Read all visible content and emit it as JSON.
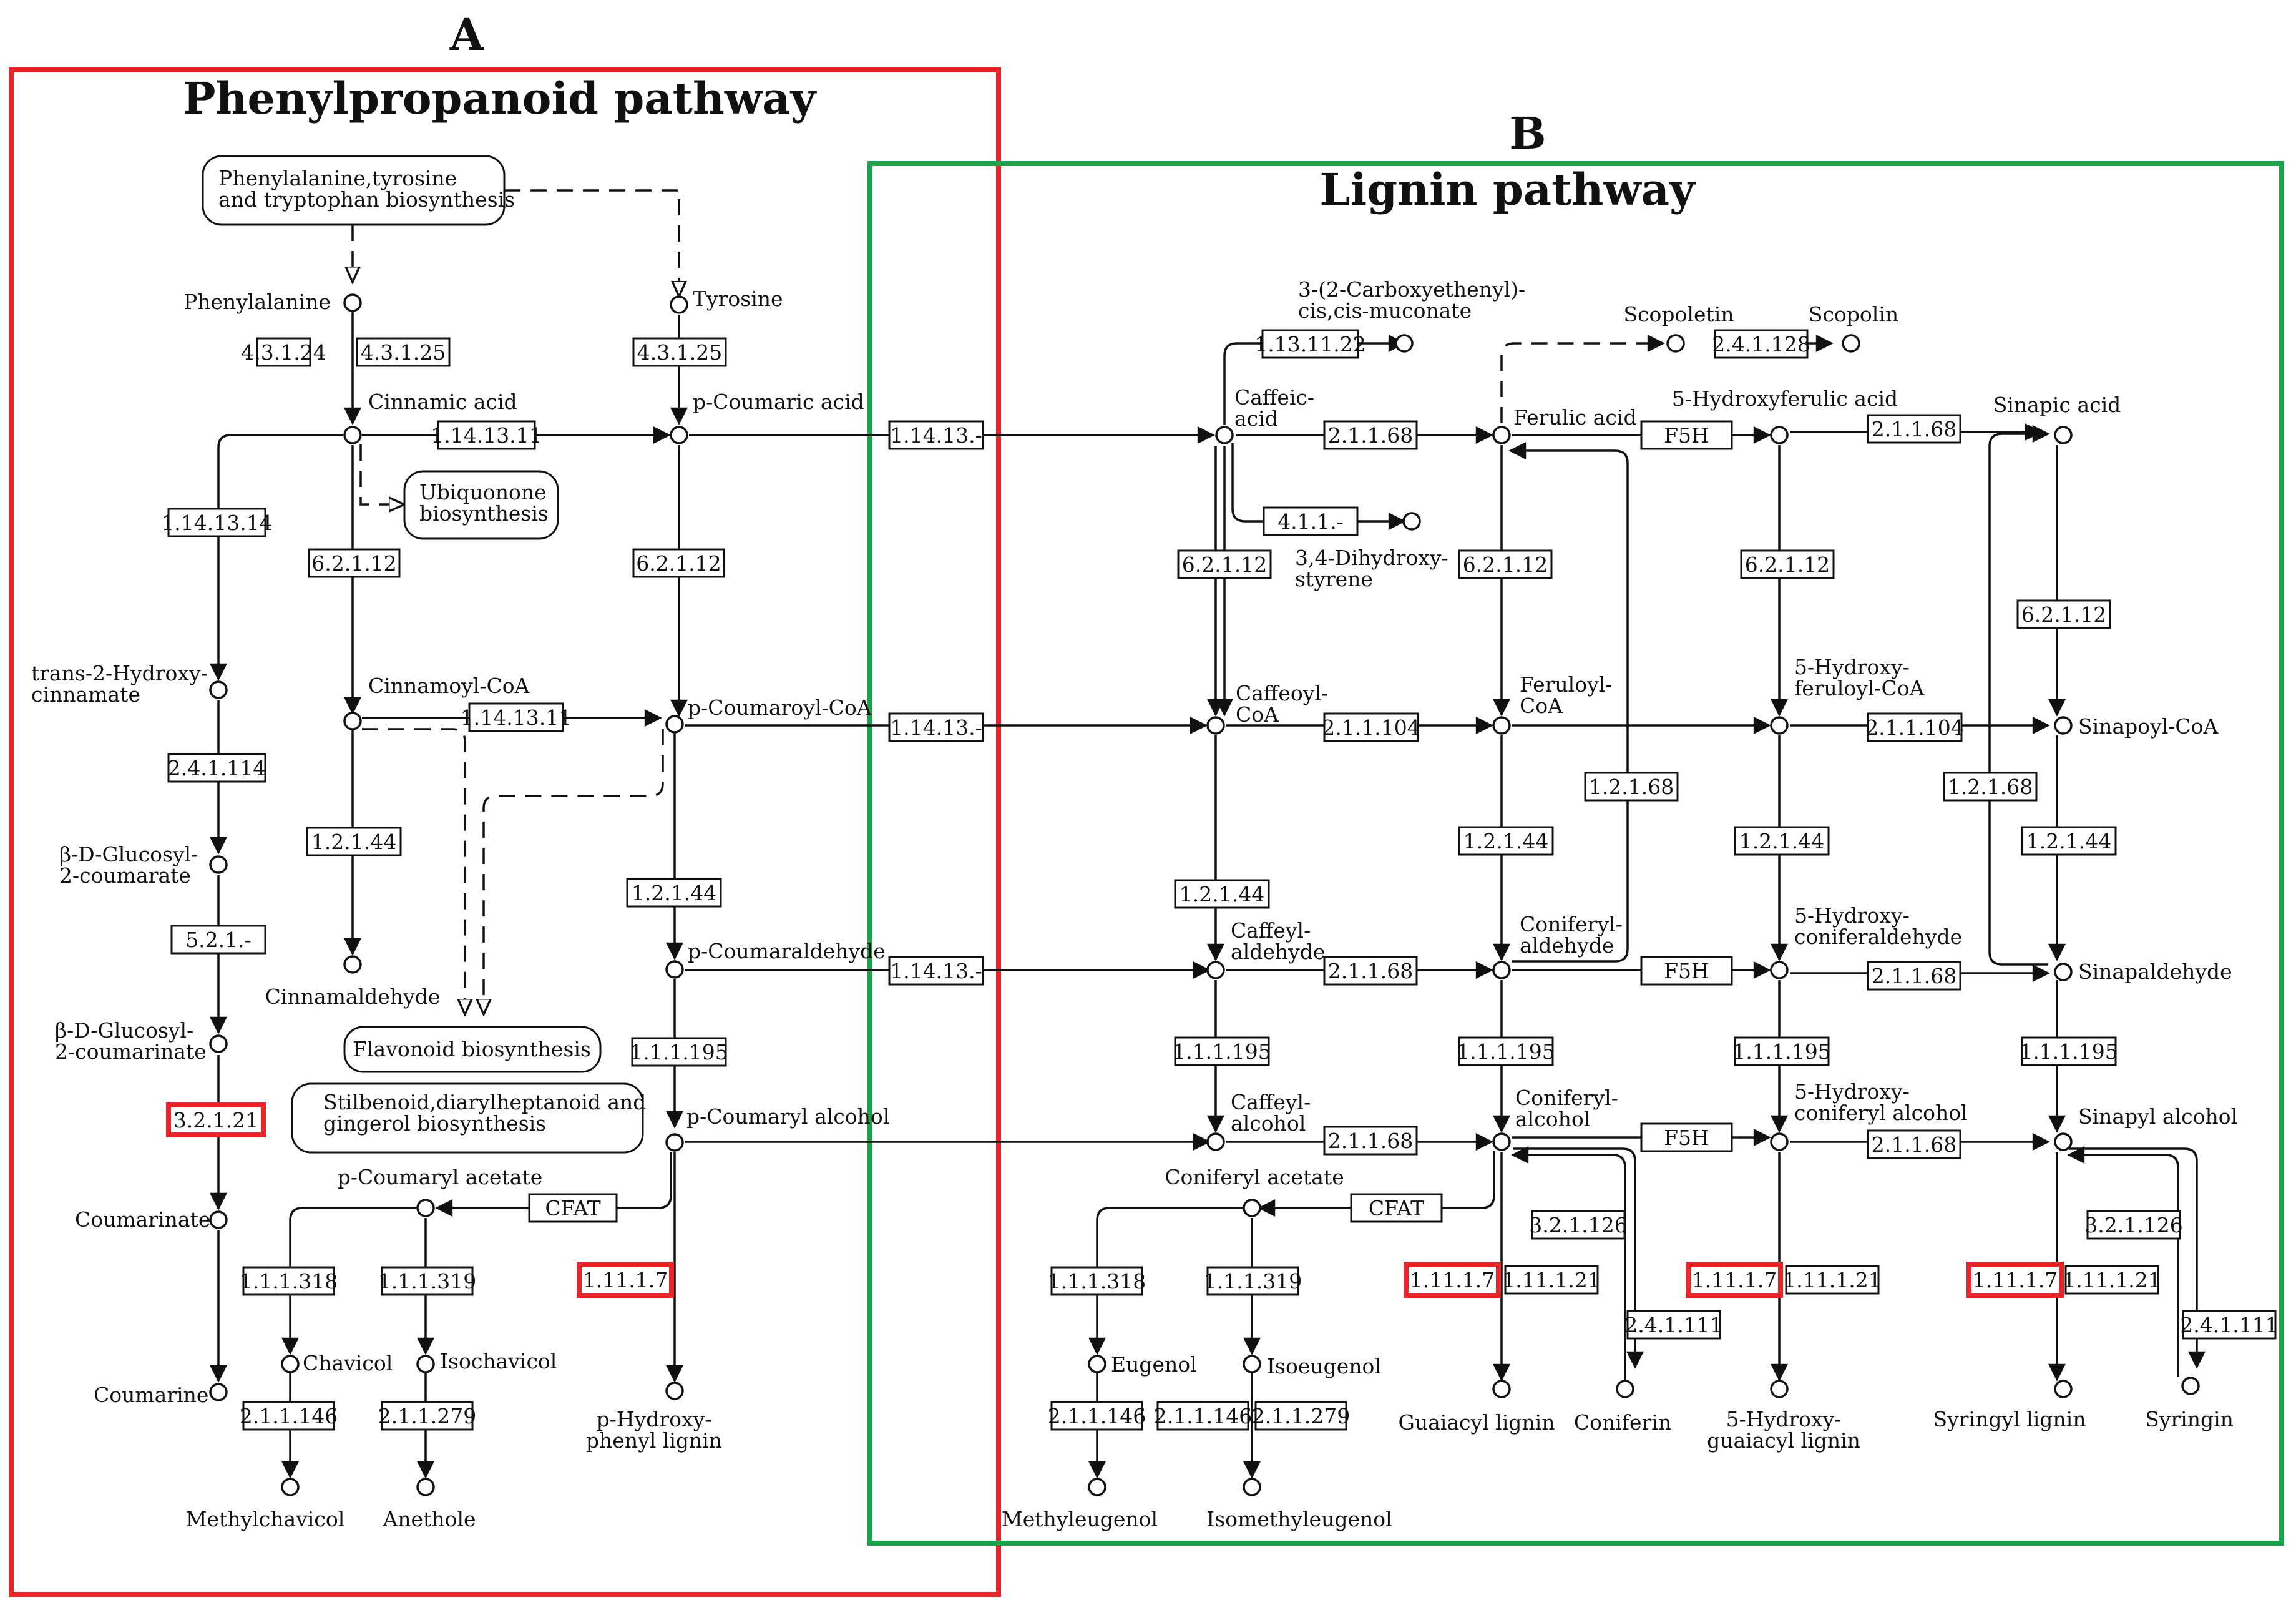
{
  "panels": [
    {
      "letter": "A",
      "title": "Phenylpropanoid pathway",
      "color": "#e8262a"
    },
    {
      "letter": "B",
      "title": "Lignin pathway",
      "color": "#1aa34a"
    }
  ],
  "maps": [
    {
      "id": "m1",
      "lines": [
        "Phenylalanine,tyrosine",
        "and tryptophan biosynthesis"
      ]
    },
    {
      "id": "m2",
      "lines": [
        "Ubiquonone",
        "biosynthesis"
      ]
    },
    {
      "id": "m3",
      "lines": [
        "Flavonoid biosynthesis"
      ]
    },
    {
      "id": "m4",
      "lines": [
        "Stilbenoid,diarylheptanoid and",
        "gingerol biosynthesis"
      ]
    }
  ],
  "compounds": [
    {
      "id": "c1",
      "lines": [
        "Phenylalanine"
      ]
    },
    {
      "id": "c2",
      "lines": [
        "Tyrosine"
      ]
    },
    {
      "id": "c3",
      "lines": [
        "Cinnamic acid"
      ]
    },
    {
      "id": "c4",
      "lines": [
        "p-Coumaric acid"
      ]
    },
    {
      "id": "c5",
      "lines": [
        "trans-2-Hydroxy-",
        "cinnamate"
      ]
    },
    {
      "id": "c6",
      "lines": [
        "Cinnamoyl-CoA"
      ]
    },
    {
      "id": "c7",
      "lines": [
        "p-Coumaroyl-CoA"
      ]
    },
    {
      "id": "c8",
      "lines": [
        "β-D-Glucosyl-",
        "2-coumarate"
      ]
    },
    {
      "id": "c9",
      "lines": [
        "Cinnamaldehyde"
      ]
    },
    {
      "id": "c10",
      "lines": [
        "p-Coumaraldehyde"
      ]
    },
    {
      "id": "c11",
      "lines": [
        "β-D-Glucosyl-",
        "2-coumarinate"
      ]
    },
    {
      "id": "c12",
      "lines": [
        "p-Coumaryl alcohol"
      ]
    },
    {
      "id": "c13",
      "lines": [
        "p-Coumaryl acetate"
      ]
    },
    {
      "id": "c14",
      "lines": [
        "Coumarinate"
      ]
    },
    {
      "id": "c15",
      "lines": [
        "Chavicol"
      ]
    },
    {
      "id": "c16",
      "lines": [
        "Isochavicol"
      ]
    },
    {
      "id": "c17",
      "lines": [
        "Coumarine"
      ]
    },
    {
      "id": "c18",
      "lines": [
        "p-Hydroxy-",
        "phenyl lignin"
      ]
    },
    {
      "id": "c19",
      "lines": [
        "Methylchavicol"
      ]
    },
    {
      "id": "c20",
      "lines": [
        "Anethole"
      ]
    },
    {
      "id": "c21",
      "lines": [
        "3-(2-Carboxyethenyl)-",
        "cis,cis-muconate"
      ]
    },
    {
      "id": "c22",
      "lines": [
        "Scopoletin"
      ]
    },
    {
      "id": "c23",
      "lines": [
        "Scopolin"
      ]
    },
    {
      "id": "c24",
      "lines": [
        "Caffeic-",
        "acid"
      ]
    },
    {
      "id": "c25",
      "lines": [
        "Ferulic acid"
      ]
    },
    {
      "id": "c26",
      "lines": [
        "5-Hydroxyferulic acid"
      ]
    },
    {
      "id": "c27",
      "lines": [
        "Sinapic acid"
      ]
    },
    {
      "id": "c28",
      "lines": [
        "3,4-Dihydroxy-",
        "styrene"
      ]
    },
    {
      "id": "c29",
      "lines": [
        "Caffeoyl-",
        "CoA"
      ]
    },
    {
      "id": "c30",
      "lines": [
        "Feruloyl-",
        "CoA"
      ]
    },
    {
      "id": "c31",
      "lines": [
        "5-Hydroxy-",
        "feruloyl-CoA"
      ]
    },
    {
      "id": "c32",
      "lines": [
        "Sinapoyl-CoA"
      ]
    },
    {
      "id": "c33",
      "lines": [
        "Caffeyl-",
        "aldehyde"
      ]
    },
    {
      "id": "c34",
      "lines": [
        "Coniferyl-",
        "aldehyde"
      ]
    },
    {
      "id": "c35",
      "lines": [
        "5-Hydroxy-",
        "coniferaldehyde"
      ]
    },
    {
      "id": "c36",
      "lines": [
        "Sinapaldehyde"
      ]
    },
    {
      "id": "c37",
      "lines": [
        "Caffeyl-",
        "alcohol"
      ]
    },
    {
      "id": "c38",
      "lines": [
        "Coniferyl-",
        "alcohol"
      ]
    },
    {
      "id": "c39",
      "lines": [
        "5-Hydroxy-",
        "coniferyl alcohol"
      ]
    },
    {
      "id": "c40",
      "lines": [
        "Sinapyl alcohol"
      ]
    },
    {
      "id": "c41",
      "lines": [
        "Coniferyl acetate"
      ]
    },
    {
      "id": "c42",
      "lines": [
        "Eugenol"
      ]
    },
    {
      "id": "c43",
      "lines": [
        "Isoeugenol"
      ]
    },
    {
      "id": "c44",
      "lines": [
        "Guaiacyl lignin"
      ]
    },
    {
      "id": "c45",
      "lines": [
        "Coniferin"
      ]
    },
    {
      "id": "c46",
      "lines": [
        "5-Hydroxy-",
        "guaiacyl lignin"
      ]
    },
    {
      "id": "c47",
      "lines": [
        "Syringyl lignin"
      ]
    },
    {
      "id": "c48",
      "lines": [
        "Syringin"
      ]
    },
    {
      "id": "c49",
      "lines": [
        "Methyleugenol"
      ]
    },
    {
      "id": "c50",
      "lines": [
        "Isomethyleugenol"
      ]
    }
  ],
  "enzymes": [
    {
      "id": "e1",
      "label": "4.3.1.24",
      "highlight": false
    },
    {
      "id": "e2",
      "label": "4.3.1.25",
      "highlight": false
    },
    {
      "id": "e3",
      "label": "4.3.1.25",
      "highlight": false
    },
    {
      "id": "e4",
      "label": "1.14.13.11",
      "highlight": false
    },
    {
      "id": "e5",
      "label": "1.14.13.14",
      "highlight": false
    },
    {
      "id": "e6",
      "label": "6.2.1.12",
      "highlight": false
    },
    {
      "id": "e7",
      "label": "6.2.1.12",
      "highlight": false
    },
    {
      "id": "e8",
      "label": "1.14.13.11",
      "highlight": false
    },
    {
      "id": "e9",
      "label": "2.4.1.114",
      "highlight": false
    },
    {
      "id": "e10",
      "label": "1.2.1.44",
      "highlight": false
    },
    {
      "id": "e11",
      "label": "1.2.1.44",
      "highlight": false
    },
    {
      "id": "e12",
      "label": "5.2.1.-",
      "highlight": false
    },
    {
      "id": "e13",
      "label": "1.1.1.195",
      "highlight": false
    },
    {
      "id": "e14",
      "label": "3.2.1.21",
      "highlight": true
    },
    {
      "id": "e15",
      "label": "CFAT",
      "highlight": false
    },
    {
      "id": "e16",
      "label": "1.1.1.318",
      "highlight": false
    },
    {
      "id": "e17",
      "label": "1.1.1.319",
      "highlight": false
    },
    {
      "id": "e18",
      "label": "1.11.1.7",
      "highlight": true
    },
    {
      "id": "e19",
      "label": "2.1.1.146",
      "highlight": false
    },
    {
      "id": "e20",
      "label": "2.1.1.279",
      "highlight": false
    },
    {
      "id": "e21",
      "label": "1.14.13.-",
      "highlight": false
    },
    {
      "id": "e22",
      "label": "1.14.13.-",
      "highlight": false
    },
    {
      "id": "e23",
      "label": "1.14.13.-",
      "highlight": false
    },
    {
      "id": "e24",
      "label": "1.13.11.22",
      "highlight": false
    },
    {
      "id": "e25",
      "label": "2.4.1.128",
      "highlight": false
    },
    {
      "id": "e26",
      "label": "2.1.1.68",
      "highlight": false
    },
    {
      "id": "e27",
      "label": "F5H",
      "highlight": false
    },
    {
      "id": "e28",
      "label": "2.1.1.68",
      "highlight": false
    },
    {
      "id": "e29",
      "label": "4.1.1.-",
      "highlight": false
    },
    {
      "id": "e30",
      "label": "6.2.1.12",
      "highlight": false
    },
    {
      "id": "e31",
      "label": "6.2.1.12",
      "highlight": false
    },
    {
      "id": "e32",
      "label": "6.2.1.12",
      "highlight": false
    },
    {
      "id": "e33",
      "label": "6.2.1.12",
      "highlight": false
    },
    {
      "id": "e34",
      "label": "2.1.1.104",
      "highlight": false
    },
    {
      "id": "e35",
      "label": "2.1.1.104",
      "highlight": false
    },
    {
      "id": "e36",
      "label": "1.2.1.68",
      "highlight": false
    },
    {
      "id": "e37",
      "label": "1.2.1.68",
      "highlight": false
    },
    {
      "id": "e38",
      "label": "1.2.1.44",
      "highlight": false
    },
    {
      "id": "e39",
      "label": "1.2.1.44",
      "highlight": false
    },
    {
      "id": "e40",
      "label": "1.2.1.44",
      "highlight": false
    },
    {
      "id": "e41",
      "label": "1.2.1.44",
      "highlight": false
    },
    {
      "id": "e42",
      "label": "2.1.1.68",
      "highlight": false
    },
    {
      "id": "e43",
      "label": "F5H",
      "highlight": false
    },
    {
      "id": "e44",
      "label": "2.1.1.68",
      "highlight": false
    },
    {
      "id": "e45",
      "label": "1.1.1.195",
      "highlight": false
    },
    {
      "id": "e46",
      "label": "1.1.1.195",
      "highlight": false
    },
    {
      "id": "e47",
      "label": "1.1.1.195",
      "highlight": false
    },
    {
      "id": "e48",
      "label": "1.1.1.195",
      "highlight": false
    },
    {
      "id": "e49",
      "label": "2.1.1.68",
      "highlight": false
    },
    {
      "id": "e50",
      "label": "F5H",
      "highlight": false
    },
    {
      "id": "e51",
      "label": "2.1.1.68",
      "highlight": false
    },
    {
      "id": "e52",
      "label": "CFAT",
      "highlight": false
    },
    {
      "id": "e53",
      "label": "3.2.1.126",
      "highlight": false
    },
    {
      "id": "e54",
      "label": "3.2.1.126",
      "highlight": false
    },
    {
      "id": "e55",
      "label": "1.1.1.318",
      "highlight": false
    },
    {
      "id": "e56",
      "label": "1.1.1.319",
      "highlight": false
    },
    {
      "id": "e57",
      "label": "1.11.1.7",
      "highlight": true
    },
    {
      "id": "e58",
      "label": "1.11.1.21",
      "highlight": false
    },
    {
      "id": "e59",
      "label": "1.11.1.7",
      "highlight": true
    },
    {
      "id": "e60",
      "label": "1.11.1.21",
      "highlight": false
    },
    {
      "id": "e61",
      "label": "1.11.1.7",
      "highlight": true
    },
    {
      "id": "e62",
      "label": "1.11.1.21",
      "highlight": false
    },
    {
      "id": "e63",
      "label": "2.4.1.111",
      "highlight": false
    },
    {
      "id": "e64",
      "label": "2.4.1.111",
      "highlight": false
    },
    {
      "id": "e65",
      "label": "2.1.1.146",
      "highlight": false
    },
    {
      "id": "e66",
      "label": "2.1.1.146",
      "highlight": false
    },
    {
      "id": "e67",
      "label": "2.1.1.279",
      "highlight": false
    }
  ]
}
